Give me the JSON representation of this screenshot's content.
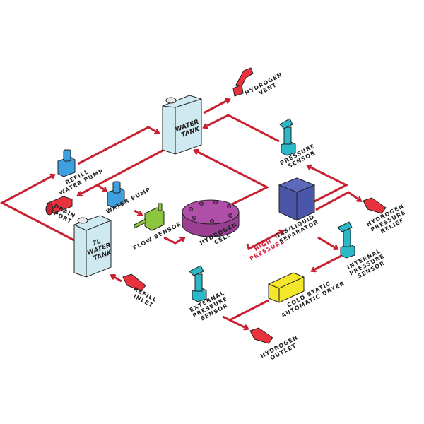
{
  "title": "Hydrogen generator system diagram",
  "colors": {
    "pipe": "#c8202f",
    "tank": "#cfe9f1",
    "pump": "#3ea0de",
    "fitting": "#e8323e",
    "sensor": "#2bb8c8",
    "flow_sensor": "#8cc63f",
    "cell": "#b04fa8",
    "separator": "#4a56a8",
    "dryer": "#f4e62a"
  },
  "components": {
    "water_tank": [
      "WATER",
      "TANK"
    ],
    "tank_7l": [
      "7L",
      "WATER",
      "TANK"
    ],
    "hydrogen_vent": [
      "HYDROGEN",
      "VENT"
    ],
    "refill_water_pump": [
      "REFILL",
      "WATER PUMP"
    ],
    "drain_port": [
      "DRAIN",
      "PORT"
    ],
    "water_pump": [
      "WATER PUMP"
    ],
    "flow_sensor": [
      "FLOW SENSOR"
    ],
    "hydrogen_cell": [
      "HYDROGEN",
      "CELL"
    ],
    "high_pressure": [
      "HIGH",
      "PRESSURE"
    ],
    "gas_liquid_separator": [
      "GAS/LIQUID",
      "SEPARATOR"
    ],
    "pressure_sensor": [
      "PRESSURE",
      "SENSOR"
    ],
    "hydrogen_pressure_relief": [
      "HYDROGEN",
      "PRESSURE",
      "RELIEF"
    ],
    "internal_pressure_sensor": [
      "INTERNAL",
      "PRESSURE",
      "SENSOR"
    ],
    "cold_static_automatic_dryer": [
      "COLD STATIC",
      "AUTOMATIC DRYER"
    ],
    "external_pressure_sensor": [
      "EXTERNAL",
      "PRESSURE",
      "SENSOR"
    ],
    "hydrogen_outlet": [
      "HYDROGEN",
      "OUTLET"
    ],
    "refill_inlet": [
      "REFILL",
      "INLET"
    ]
  }
}
